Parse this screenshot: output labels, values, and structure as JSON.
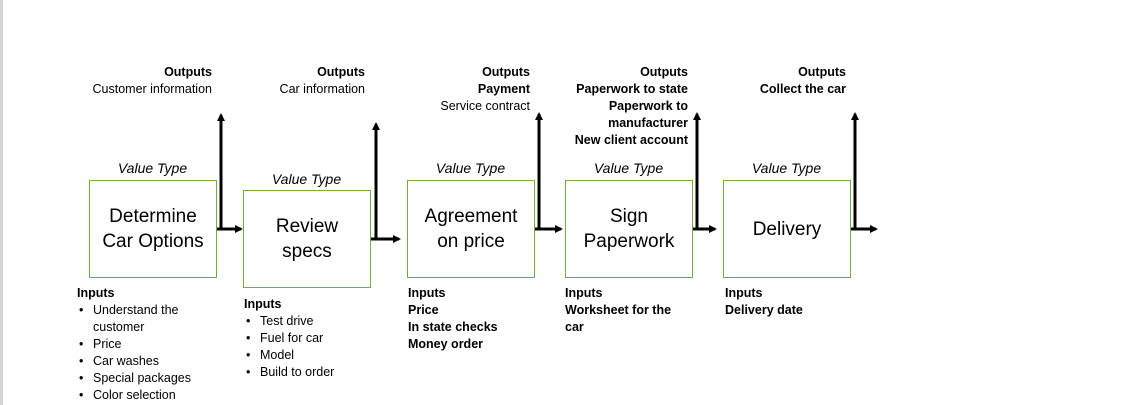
{
  "value_type_label": "Value Type",
  "outputs_label": "Outputs",
  "inputs_label": "Inputs",
  "steps": [
    {
      "label": "Determine\nCar Options",
      "outputs": [
        {
          "text": "Customer information",
          "bold": false
        }
      ],
      "inputs": {
        "style": "bullets",
        "items": [
          "Understand the customer",
          "Price",
          "Car washes",
          "Special packages",
          "Color selection"
        ]
      }
    },
    {
      "label": "Review\nspecs",
      "outputs": [
        {
          "text": "Car information",
          "bold": false
        }
      ],
      "inputs": {
        "style": "bullets",
        "items": [
          "Test drive",
          "Fuel for car",
          "Model",
          "Build to order"
        ]
      }
    },
    {
      "label": "Agreement\non price",
      "outputs": [
        {
          "text": "Payment",
          "bold": true
        },
        {
          "text": "Service contract",
          "bold": false
        }
      ],
      "inputs": {
        "style": "bold",
        "items": [
          "Price",
          "In state checks",
          "Money order"
        ]
      }
    },
    {
      "label": "Sign\nPaperwork",
      "outputs": [
        {
          "text": "Paperwork to state",
          "bold": true
        },
        {
          "text": "Paperwork to manufacturer",
          "bold": true
        },
        {
          "text": "New client account",
          "bold": true
        }
      ],
      "inputs": {
        "style": "bold",
        "items": [
          "Worksheet for the car"
        ]
      }
    },
    {
      "label": "Delivery",
      "outputs": [
        {
          "text": "Collect the car",
          "bold": true
        }
      ],
      "inputs": {
        "style": "bold",
        "items": [
          "Delivery date"
        ]
      }
    }
  ]
}
